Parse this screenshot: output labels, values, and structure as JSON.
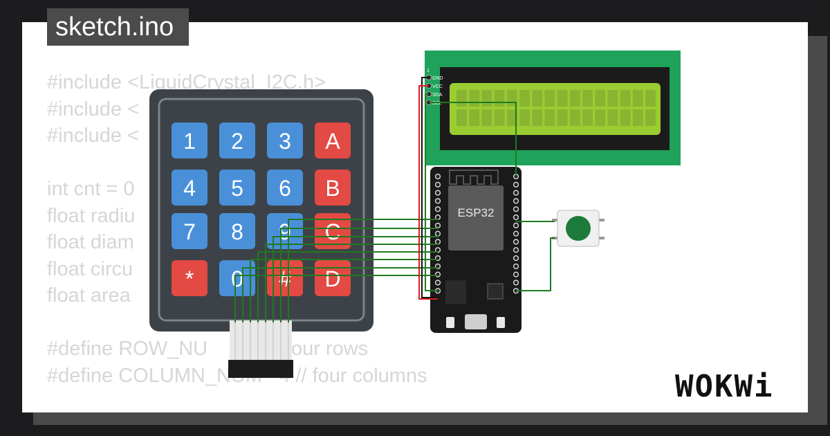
{
  "file": {
    "name": "sketch.ino"
  },
  "code_lines": [
    "#include <LiquidCrystal_I2C.h>",
    "#include <",
    "#include <",
    "",
    "int cnt = 0",
    "float radiu",
    "float diam",
    "float circu",
    "float area",
    "",
    "#define ROW_NU           // four rows",
    "#define COLUMN_NUM   4 // four columns"
  ],
  "keypad": {
    "rows": [
      [
        "1",
        "2",
        "3",
        "A"
      ],
      [
        "4",
        "5",
        "6",
        "B"
      ],
      [
        "7",
        "8",
        "9",
        "C"
      ],
      [
        "*",
        "0",
        "#",
        "D"
      ]
    ]
  },
  "lcd": {
    "pins": [
      "GND",
      "VCC",
      "SDA",
      "SCL"
    ],
    "pin_number": "1"
  },
  "esp32": {
    "label": "ESP32"
  },
  "brand": {
    "name": "WOKWi"
  },
  "colors": {
    "key_blue": "#4a90d9",
    "key_red": "#e24a43",
    "keypad_body": "#3d4248",
    "lcd_green": "#1fa35a",
    "lcd_screen": "#9acd32",
    "wire_green": "#1f7a1f",
    "wire_red": "#d91e1e",
    "button_green": "#1e7a3a"
  }
}
